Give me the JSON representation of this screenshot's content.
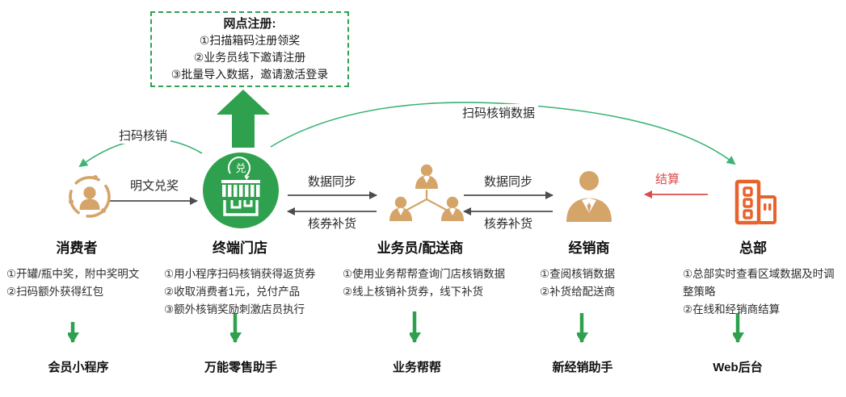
{
  "colors": {
    "green_solid": "#2fa14e",
    "green_curve": "#3cb474",
    "tan_person": "#d4a469",
    "orange_building": "#e8632c",
    "red_arrow": "#d94f4f",
    "gray_arrow": "#4d4d4d"
  },
  "registration_box": {
    "title": "网点注册:",
    "items": [
      "①扫描箱码注册领奖",
      "②业务员线下邀请注册",
      "③批量导入数据，邀请激活登录"
    ]
  },
  "flows": {
    "scan_verify": "扫码核销",
    "plain_redeem": "明文兑奖",
    "data_sync_left": "数据同步",
    "verify_replenish_left": "核券补货",
    "data_sync_right": "数据同步",
    "verify_replenish_right": "核券补货",
    "settle": "结算",
    "scan_verify_data": "扫码核销数据"
  },
  "store_badge": "兑",
  "entities": [
    {
      "name": "消费者",
      "icon": "consumer-icon",
      "notes": [
        "①开罐/瓶中奖，附中奖明文",
        "②扫码额外获得红包"
      ],
      "tool": "会员小程序"
    },
    {
      "name": "终端门店",
      "icon": "storefront-icon",
      "notes": [
        "①用小程序扫码核销获得返货券",
        "②收取消费者1元，兑付产品",
        "③额外核销奖励刺激店员执行"
      ],
      "tool": "万能零售助手"
    },
    {
      "name": "业务员/配送商",
      "icon": "sales-team-icon",
      "notes": [
        "①使用业务帮帮查询门店核销数据",
        "②线上核销补货券，线下补货"
      ],
      "tool": "业务帮帮"
    },
    {
      "name": "经销商",
      "icon": "dealer-icon",
      "notes": [
        "①查阅核销数据",
        "②补货给配送商"
      ],
      "tool": "新经销助手"
    },
    {
      "name": "总部",
      "icon": "headquarters-icon",
      "notes": [
        "①总部实时查看区域数据及时调整策略",
        "②在线和经销商结算"
      ],
      "tool": "Web后台"
    }
  ]
}
